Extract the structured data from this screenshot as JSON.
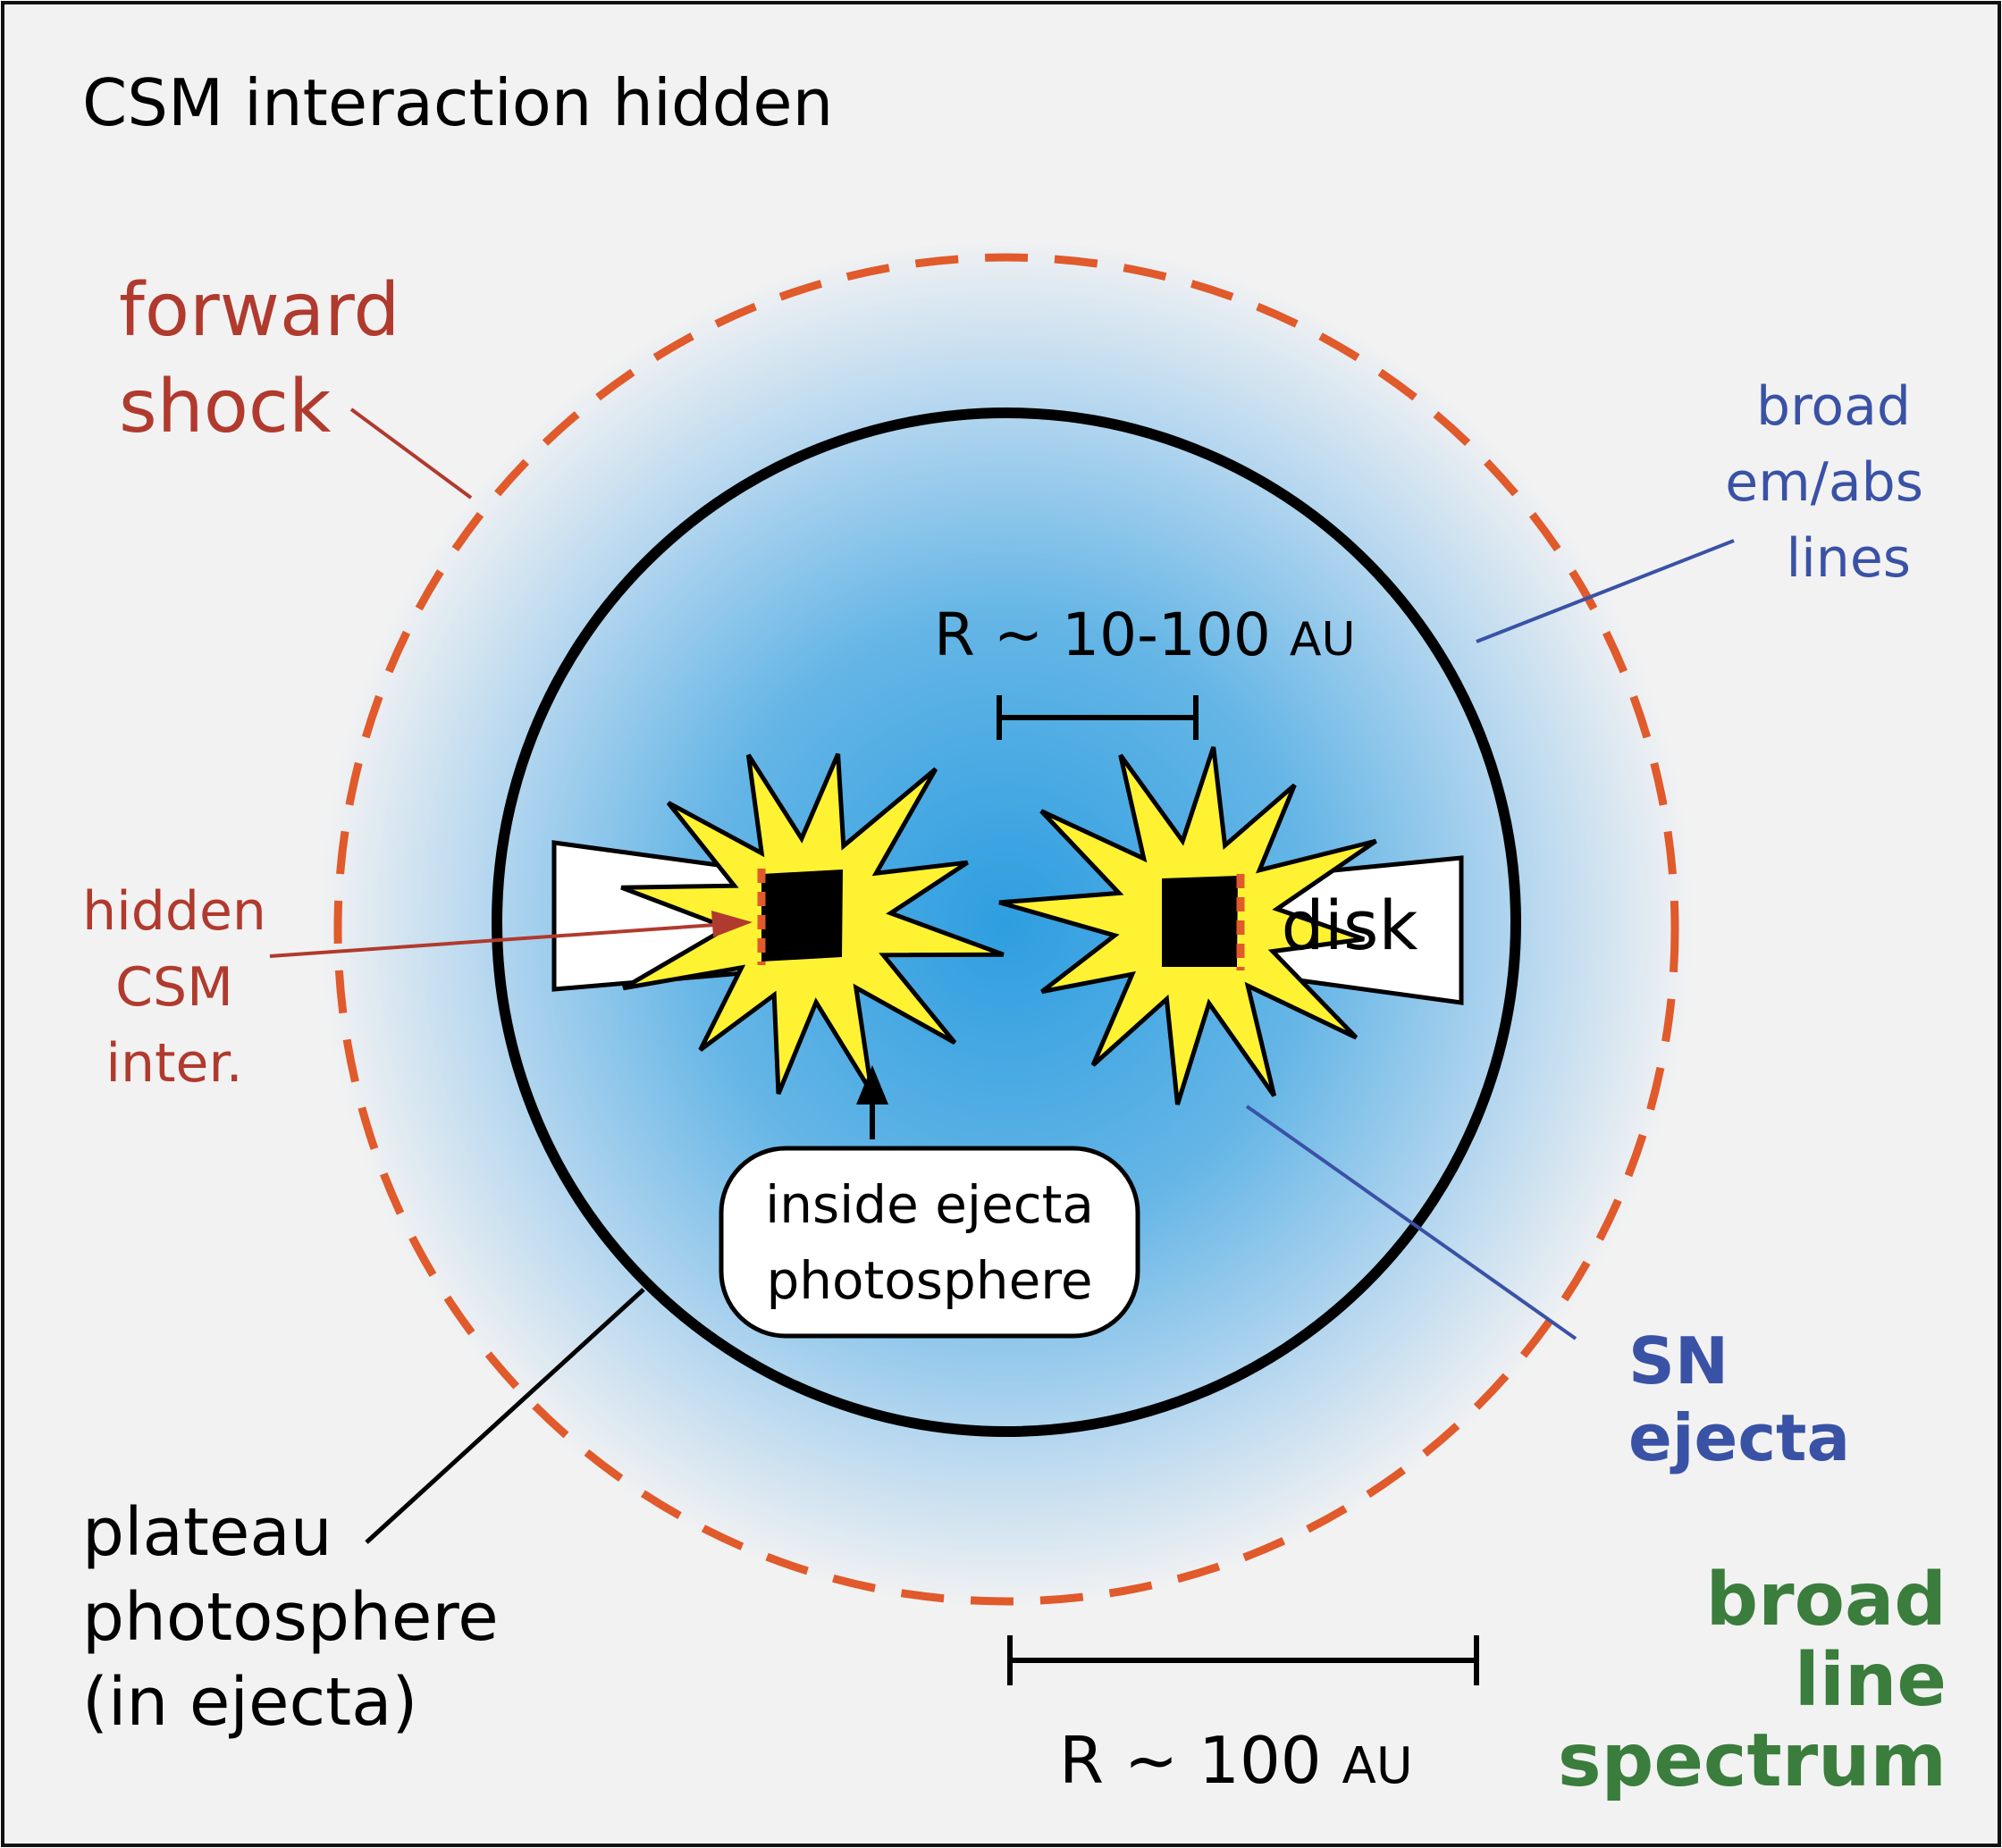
{
  "title": "CSM interaction hidden",
  "forward_shock": {
    "line1": "forward",
    "line2": "shock"
  },
  "broad_lines": {
    "line1": "broad",
    "line2": "em/abs",
    "line3": "lines"
  },
  "inner_scale": {
    "prefix": "R ~ 10-100 ",
    "unit": "AU"
  },
  "hidden_csm": {
    "line1": "hidden",
    "line2": "CSM",
    "line3": "inter."
  },
  "disk_label": "disk",
  "inside_box": {
    "line1": "inside ejecta",
    "line2": "photosphere"
  },
  "sn_ejecta": {
    "line1": "SN",
    "line2": "ejecta"
  },
  "plateau": {
    "line1": "plateau",
    "line2": "photosphere",
    "line3": "(in ejecta)"
  },
  "outer_scale": {
    "prefix": "R ~ 100 ",
    "unit": "AU"
  },
  "spectrum": {
    "line1": "broad",
    "line2": "line",
    "line3": "spectrum"
  },
  "colors": {
    "background": "#f2f2f2",
    "shock_dash": "#e05a2b",
    "red_text": "#b03a2e",
    "blue_text": "#3a52a5",
    "green_text": "#3a7d3c",
    "ejecta_core": "#2e9ee0",
    "star_fill": "#fff232"
  }
}
